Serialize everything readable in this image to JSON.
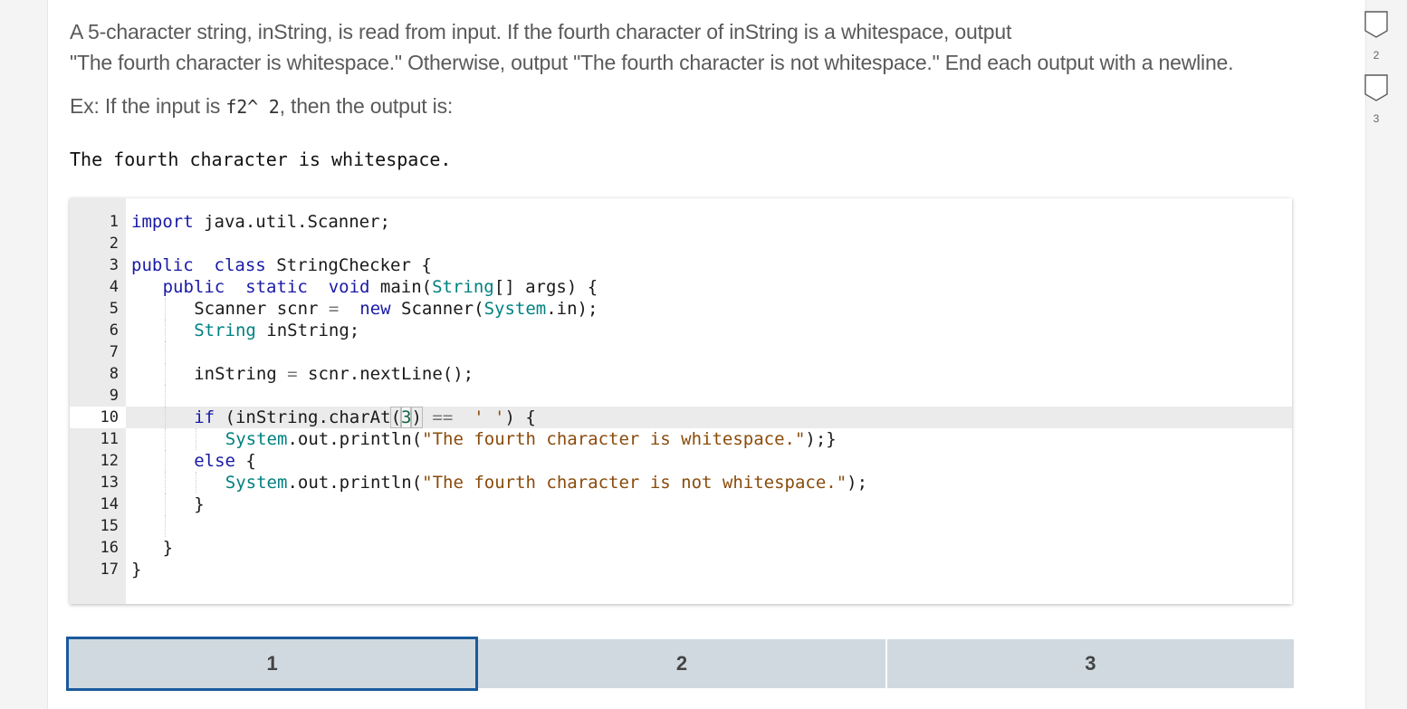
{
  "problem": {
    "line1": "A 5-character string, inString, is read from input. If the fourth character of inString is a whitespace, output",
    "line2": "\"The fourth character is whitespace.\" Otherwise, output \"The fourth character is not whitespace.\" End each output with a newline.",
    "example_prefix": "Ex: If the input is ",
    "example_input": "f2^ 2",
    "example_suffix": ", then the output is:",
    "expected_output": "The fourth character is whitespace."
  },
  "editor": {
    "active_line": 10,
    "lines": [
      {
        "n": "1",
        "indent": 0,
        "tokens": [
          [
            "kw",
            "import"
          ],
          [
            "",
            "java.util.Scanner;"
          ]
        ]
      },
      {
        "n": "2",
        "indent": 0,
        "tokens": []
      },
      {
        "n": "3",
        "indent": 0,
        "tokens": [
          [
            "kw",
            "public"
          ],
          [
            "",
            ""
          ],
          [
            "kw",
            "class"
          ],
          [
            "",
            "StringChecker {"
          ]
        ]
      },
      {
        "n": "4",
        "indent": 1,
        "tokens": [
          [
            "kw",
            "public"
          ],
          [
            "",
            ""
          ],
          [
            "kw",
            "static"
          ],
          [
            "",
            ""
          ],
          [
            "kw",
            "void"
          ],
          [
            "",
            "main("
          ],
          [
            "ty",
            "String"
          ],
          [
            "",
            "[] args) {"
          ]
        ]
      },
      {
        "n": "5",
        "indent": 2,
        "tokens": [
          [
            "",
            "Scanner scnr "
          ],
          [
            "op",
            "="
          ],
          [
            "",
            ""
          ],
          [
            "kw",
            "new"
          ],
          [
            "",
            "Scanner("
          ],
          [
            "ty",
            "System"
          ],
          [
            "",
            ".in);"
          ]
        ]
      },
      {
        "n": "6",
        "indent": 2,
        "tokens": [
          [
            "ty",
            "String"
          ],
          [
            "",
            "inString;"
          ]
        ]
      },
      {
        "n": "7",
        "indent": 2,
        "tokens": []
      },
      {
        "n": "8",
        "indent": 2,
        "tokens": [
          [
            "",
            "inString "
          ],
          [
            "op",
            "="
          ],
          [
            "",
            "scnr.nextLine();"
          ]
        ]
      },
      {
        "n": "9",
        "indent": 2,
        "tokens": []
      },
      {
        "n": "10",
        "indent": 2,
        "tokens": [
          [
            "kw",
            "if"
          ],
          [
            "",
            "(inString.charAt"
          ],
          [
            "bm",
            "("
          ],
          [
            "num",
            "3"
          ],
          [
            "bm",
            ")"
          ],
          [
            "",
            ""
          ],
          [
            "op",
            "=="
          ],
          [
            "",
            ""
          ],
          [
            "st",
            "' '"
          ],
          [
            "",
            ") {"
          ]
        ]
      },
      {
        "n": "11",
        "indent": 3,
        "tokens": [
          [
            "ty",
            "System"
          ],
          [
            "",
            ".out.println("
          ],
          [
            "st",
            "\"The fourth character is whitespace.\""
          ],
          [
            "",
            ");}"
          ]
        ]
      },
      {
        "n": "12",
        "indent": 2,
        "tokens": [
          [
            "kw",
            "else"
          ],
          [
            "",
            "{"
          ]
        ]
      },
      {
        "n": "13",
        "indent": 3,
        "tokens": [
          [
            "ty",
            "System"
          ],
          [
            "",
            ".out.println("
          ],
          [
            "st",
            "\"The fourth character is not whitespace.\""
          ],
          [
            "",
            ");"
          ]
        ]
      },
      {
        "n": "14",
        "indent": 2,
        "tokens": [
          [
            "",
            "}"
          ]
        ]
      },
      {
        "n": "15",
        "indent": 2,
        "tokens": []
      },
      {
        "n": "16",
        "indent": 1,
        "tokens": [
          [
            "",
            "}"
          ]
        ]
      },
      {
        "n": "17",
        "indent": 0,
        "tokens": [
          [
            "",
            "}"
          ]
        ]
      }
    ]
  },
  "progress": {
    "selected": 0,
    "steps": [
      "1",
      "2",
      "3"
    ]
  },
  "checks": [
    {
      "label": "2"
    },
    {
      "label": "3"
    }
  ]
}
